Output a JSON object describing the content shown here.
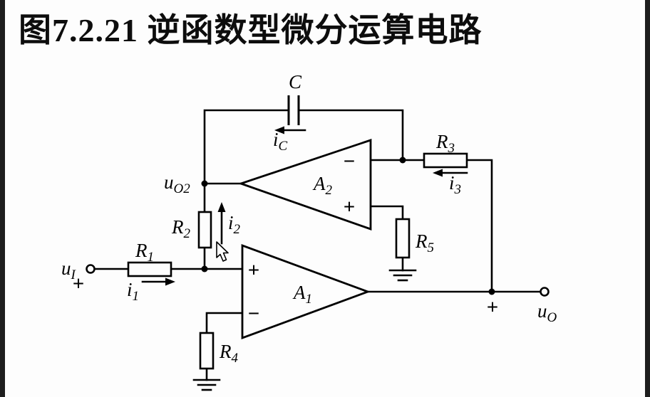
{
  "title": "图7.2.21 逆函数型微分运算电路",
  "colors": {
    "ink": "#000000",
    "paper": "#fdfdfd",
    "edge": "#0b0b0b"
  },
  "labels": {
    "cap": {
      "main": "C"
    },
    "ic": {
      "main": "i",
      "sub": "C"
    },
    "r1": {
      "main": "R",
      "sub": "1"
    },
    "r2": {
      "main": "R",
      "sub": "2"
    },
    "r3": {
      "main": "R",
      "sub": "3"
    },
    "r4": {
      "main": "R",
      "sub": "4"
    },
    "r5": {
      "main": "R",
      "sub": "5"
    },
    "i1": {
      "main": "i",
      "sub": "1"
    },
    "i2": {
      "main": "i",
      "sub": "2"
    },
    "i3": {
      "main": "i",
      "sub": "3"
    },
    "a1": {
      "main": "A",
      "sub": "1"
    },
    "a2": {
      "main": "A",
      "sub": "2"
    },
    "ui": {
      "main": "u",
      "sub": "I"
    },
    "uo": {
      "main": "u",
      "sub": "O"
    },
    "uo2": {
      "main": "u",
      "sub": "O2"
    },
    "ui_polarity": "+",
    "uo_polarity": "+",
    "a1_plus": "+",
    "a1_minus": "−",
    "a2_plus": "+",
    "a2_minus": "−"
  }
}
